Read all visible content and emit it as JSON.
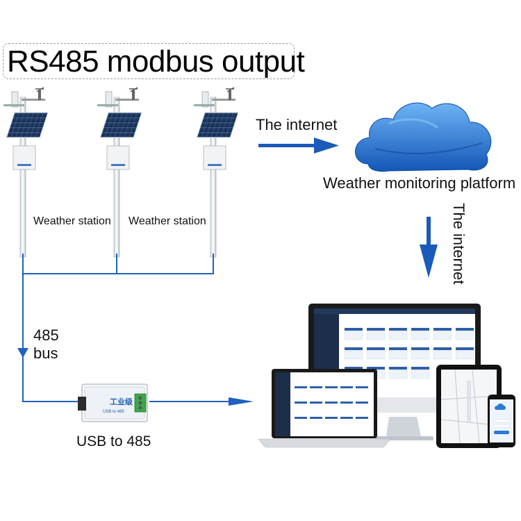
{
  "title": "RS485 modbus output",
  "labels": {
    "station_1": "Weather station",
    "station_2": "Weather station",
    "internet_top": "The internet",
    "platform": "Weather monitoring platform",
    "internet_side": "The internet",
    "bus_line1": "485",
    "bus_line2": "bus",
    "usb": "USB to 485"
  },
  "device_text": {
    "converter_main": "工业级",
    "converter_sub": "USB to 485"
  },
  "colors": {
    "wire": "#2060c0",
    "arrow": "#1a5ab8",
    "cloud": "#1f6fd0",
    "cloud_light": "#5aa6f0",
    "panel": "#1b3a66",
    "device_screen_header": "#2a4f8a"
  },
  "icons": [
    "weather-station-icon",
    "solar-panel-icon",
    "cloud-icon",
    "usb-converter-icon",
    "desktop-monitor-icon",
    "laptop-icon",
    "tablet-icon",
    "phone-icon",
    "arrow-right-icon",
    "arrow-down-icon"
  ]
}
